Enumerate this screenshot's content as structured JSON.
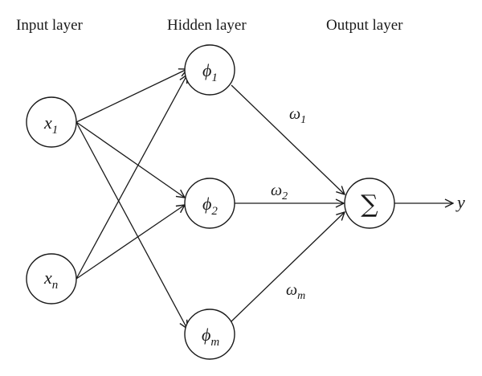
{
  "layers": {
    "input_title": "Input layer",
    "hidden_title": "Hidden layer",
    "output_title": "Output layer"
  },
  "input_nodes": [
    {
      "symbol": "x",
      "subscript": "1"
    },
    {
      "symbol": "x",
      "subscript": "n"
    }
  ],
  "hidden_nodes": [
    {
      "symbol": "ϕ",
      "subscript": "1"
    },
    {
      "symbol": "ϕ",
      "subscript": "2"
    },
    {
      "symbol": "ϕ",
      "subscript": "m"
    }
  ],
  "output_node": {
    "symbol": "∑"
  },
  "weights": [
    {
      "symbol": "ω",
      "subscript": "1"
    },
    {
      "symbol": "ω",
      "subscript": "2"
    },
    {
      "symbol": "ω",
      "subscript": "m"
    }
  ],
  "output_label": "y"
}
